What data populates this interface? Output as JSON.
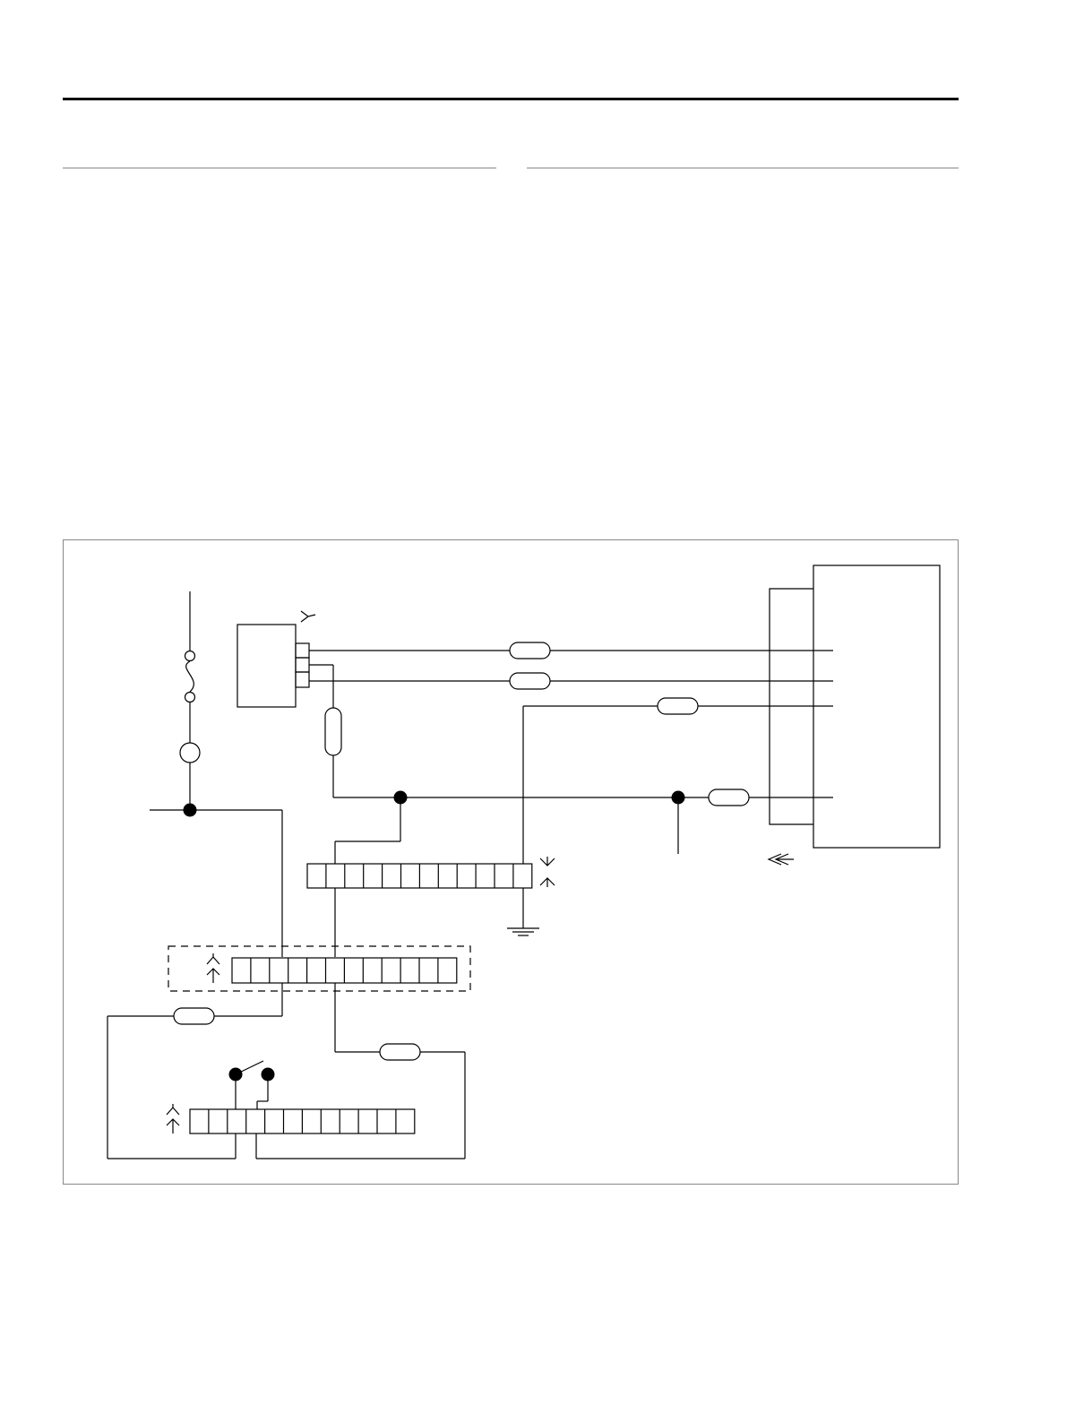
{
  "colors": {
    "line": "#000000",
    "frame": "#888888",
    "background": "#ffffff"
  },
  "parts": {
    "fuse": "fuse-icon",
    "lamp": "lamp-icon",
    "switch": "switch-icon",
    "ground": "ground-icon",
    "sensor_block": "sensor-box",
    "control_module": "control-module-box",
    "connectors": [
      "connector-upper",
      "connector-middle",
      "connector-lower"
    ],
    "splices": [
      "splice-left",
      "splice-center",
      "splice-right"
    ],
    "wire_markers": [
      "wire-marker-1",
      "wire-marker-2",
      "wire-marker-3",
      "wire-marker-4",
      "wire-marker-5",
      "wire-marker-6",
      "wire-marker-7"
    ]
  }
}
